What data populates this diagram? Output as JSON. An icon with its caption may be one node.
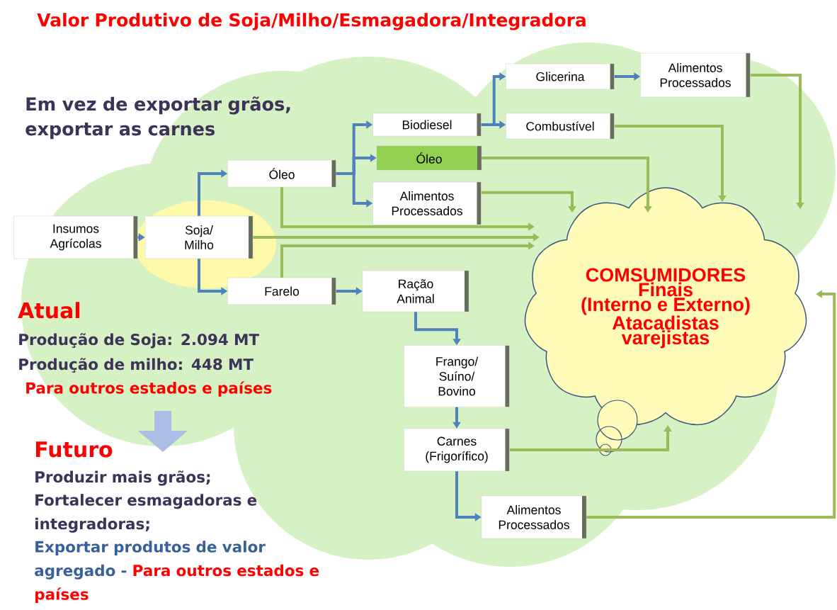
{
  "diagram": {
    "title": "Valor Produtivo de Soja/Milho/Esmagadora/Integradora",
    "nodes": [
      {
        "text": [
          "Insumos Agrícolas"
        ]
      },
      {
        "text": [
          "Soja/ Milho"
        ]
      },
      {
        "text": [
          "Óleo"
        ]
      },
      {
        "text": [
          "Farelo"
        ]
      },
      {
        "text": [
          "Biodiesel"
        ]
      },
      {
        "text": [
          "Óleo"
        ]
      },
      {
        "text": [
          "Alimentos Processados"
        ]
      },
      {
        "text": [
          "Glicerina"
        ]
      },
      {
        "text": [
          "Combustível"
        ]
      },
      {
        "text": [
          "Alimentos Processados"
        ]
      },
      {
        "text": [
          "Ração Animal"
        ]
      },
      {
        "text": [
          "Frango/ Suíno/ Bovino"
        ]
      },
      {
        "text": [
          "Carnes (Frigorífico)"
        ]
      },
      {
        "text": [
          "Alimentos Processados"
        ]
      },
      {
        "text": [
          "COMSUMIDORES",
          "Finais",
          "(Interno e Externo)",
          "Atacadistas",
          "varejistas"
        ]
      }
    ],
    "edges": [
      {
        "from": 0,
        "to": 1,
        "arrow": "to"
      },
      {
        "from": 1,
        "to": 2,
        "arrow": "to"
      },
      {
        "from": 1,
        "to": 3,
        "arrow": "to"
      },
      {
        "from": 2,
        "to": 4,
        "arrow": "to"
      },
      {
        "from": 2,
        "to": 5,
        "arrow": "to"
      },
      {
        "from": 2,
        "to": 6,
        "arrow": "to"
      },
      {
        "from": 4,
        "to": 7,
        "arrow": "to"
      },
      {
        "from": 4,
        "to": 8,
        "arrow": "to"
      },
      {
        "from": 7,
        "to": 9,
        "arrow": "to"
      },
      {
        "from": 3,
        "to": 10,
        "arrow": "to"
      },
      {
        "from": 10,
        "to": 11,
        "arrow": "to"
      },
      {
        "from": 11,
        "to": 12,
        "arrow": "to"
      },
      {
        "from": 12,
        "to": 13,
        "arrow": "to"
      },
      {
        "from": 9,
        "to": 14,
        "arrow": "to",
        "color": "#9bbb59"
      },
      {
        "from": 8,
        "to": 14,
        "arrow": "to",
        "color": "#9bbb59"
      },
      {
        "from": 5,
        "to": 14,
        "arrow": "to",
        "color": "#9bbb59"
      },
      {
        "from": 6,
        "to": 14,
        "arrow": "to",
        "color": "#9bbb59"
      },
      {
        "from": 2,
        "to": 14,
        "arrow": "to",
        "color": "#9bbb59"
      },
      {
        "from": 1,
        "to": 14,
        "arrow": "to",
        "color": "#9bbb59"
      },
      {
        "from": 3,
        "to": 14,
        "arrow": "to",
        "color": "#9bbb59"
      },
      {
        "from": 12,
        "to": 14,
        "arrow": "to",
        "color": "#9bbb59"
      },
      {
        "from": 13,
        "to": 14,
        "arrow": "to",
        "color": "#9bbb59"
      }
    ],
    "labels": [
      "Em vez de exportar grãos, exportar as carnes",
      "Atual",
      "Produção de Soja: 2.094 MT",
      "Produção de milho: 448  MT",
      "Para outros estados e países",
      "Futuro",
      "Produzir mais grãos;",
      "Fortalecer esmagadoras e integradoras;",
      "Exportar produtos de valor agregado -",
      "Para outros estados e países"
    ]
  }
}
